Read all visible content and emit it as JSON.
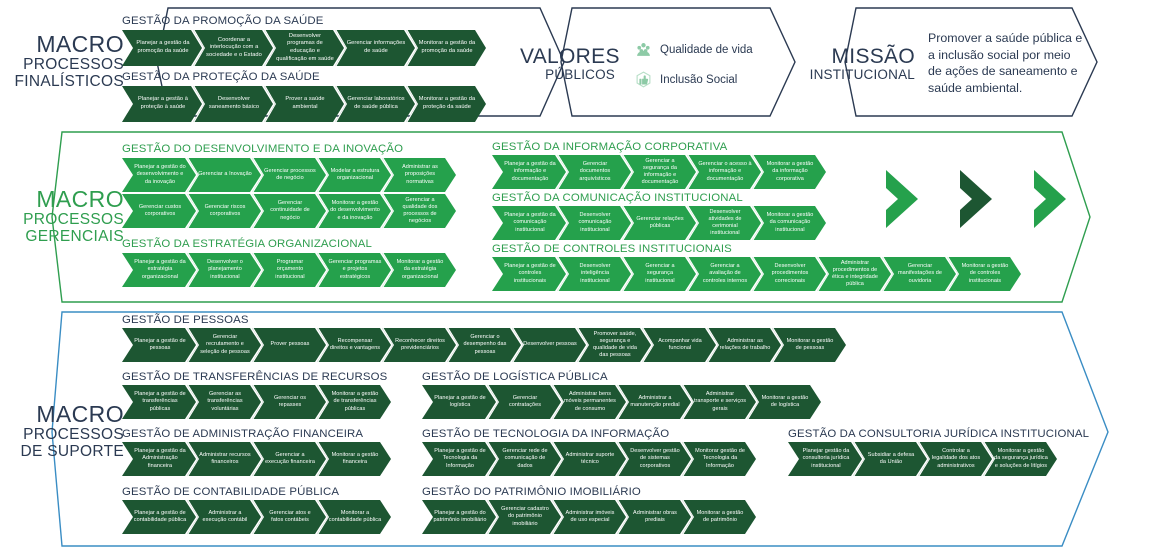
{
  "colors": {
    "dark_green": "#1d5632",
    "mid_green": "#25a14c",
    "navy": "#2b3a52",
    "blue_outline": "#3a8dc4",
    "green_outline": "#2f9e4f",
    "light_green_icon": "#7fc69a"
  },
  "bands": {
    "finalisticos": {
      "label_line1": "MACRO",
      "label_line2": "PROCESSOS",
      "label_line3": "FINALÍSTICOS",
      "groups": [
        {
          "title": "GESTÃO DA PROMOÇÃO DA SAÚDE",
          "steps": [
            "Planejar a gestão da promoção da saúde",
            "Coordenar a interlocução com a sociedade e o Estado",
            "Desenvolver programas de educação e qualificação em saúde",
            "Gerenciar informações de saúde",
            "Monitorar a gestão da promoção da saúde"
          ]
        },
        {
          "title": "GESTÃO DA PROTEÇÃO DA SAÚDE",
          "steps": [
            "Planejar a gestão à proteção à saúde",
            "Desenvolver saneamento básico",
            "Prover a saúde ambiental",
            "Gerenciar laboratórios de saúde pública",
            "Monitorar a gestão da proteção da saúde"
          ]
        }
      ]
    },
    "gerenciais": {
      "label_line1": "MACRO",
      "label_line2": "PROCESSOS",
      "label_line3": "GERENCIAIS",
      "groups_left": [
        {
          "title": "GESTÃO DO DESENVOLVIMENTO E DA INOVAÇÃO",
          "steps_row1": [
            "Planejar a gestão do desenvolvimento e da inovação",
            "Gerenciar a Inovação",
            "Gerenciar processos de negócio",
            "Modelar a estrutura organizacional",
            "Administrar as proposições normativas"
          ],
          "steps_row2": [
            "Gerenciar custos corporativos",
            "Gerenciar riscos corporativos",
            "Gerenciar continuidade de negócio",
            "Monitorar a gestão do desenvolvimento e da inovação",
            "Gerenciar a qualidade dos processos de negócios"
          ]
        },
        {
          "title": "GESTÃO DA ESTRATÉGIA ORGANIZACIONAL",
          "steps_row1": [
            "Planejar a gestão da estratégia organizacional",
            "Desenvolver o planejamento institucional",
            "Programar orçamento institucional",
            "Gerenciar programas e projetos estratégicos",
            "Monitorar a gestão da estratégia organizacional"
          ]
        }
      ],
      "groups_right": [
        {
          "title": "GESTÃO DA INFORMAÇÃO CORPORATIVA",
          "steps_row1": [
            "Planejar a gestão da informação e documentação",
            "Gerenciar documentos arquivísticos",
            "Gerenciar a segurança da informação e documentação",
            "Gerenciar o acesso à informação e documentação",
            "Monitorar a gestão da informação corporativa"
          ]
        },
        {
          "title": "GESTÃO DA COMUNICAÇÃO INSTITUCIONAL",
          "steps_row1": [
            "Planejar a gestão da comunicação institucional",
            "Desenvolver comunicação institucional",
            "Gerenciar relações públicas",
            "Desenvolver atividades de cerimonial institucional",
            "Monitorar a gestão da comunicação institucional"
          ]
        },
        {
          "title": "GESTÃO DE CONTROLES INSTITUCIONAIS",
          "steps_row1": [
            "Planejar a gestão de controles institucionais",
            "Desenvolver inteligência institucional",
            "Gerenciar a segurança institucional",
            "Gerenciar a avaliação de controles internos",
            "Desenvolver procedimentos correcionais",
            "Administrar procedimentos de ética e integridade pública",
            "Gerenciar manifestações de ouvidoria",
            "Monitorar a gestão de controles institucionais"
          ]
        }
      ]
    },
    "suporte": {
      "label_line1": "MACRO",
      "label_line2": "PROCESSOS",
      "label_line3": "DE SUPORTE",
      "groups": [
        {
          "title": "GESTÃO DE PESSOAS",
          "steps": [
            "Planejar a gestão de pessoas",
            "Gerenciar recrutamento e seleção de pessoas",
            "Prover pessoas",
            "Recompensar direitos e vantagens",
            "Reconhecer direitos previdenciários",
            "Gerenciar o desempenho das pessoas",
            "Desenvolver pessoas",
            "Promover saúde, segurança e qualidade de vida das pessoas",
            "Acompanhar vida funcional",
            "Administrar as relações de trabalho",
            "Monitorar a gestão de pessoas"
          ]
        },
        {
          "title": "GESTÃO DE TRANSFERÊNCIAS DE RECURSOS",
          "steps": [
            "Planejar a gestão de transferências públicas",
            "Gerenciar as transferências voluntárias",
            "Gerenciar os repasses",
            "Monitorar a gestão de transferências públicas"
          ]
        },
        {
          "title": "GESTÃO DE LOGÍSTICA PÚBLICA",
          "steps": [
            "Planejar a gestão de logística",
            "Gerenciar contratações",
            "Administrar bens móveis permanentes de consumo",
            "Administrar a manutenção predial",
            "Administrar transporte e serviços gerais",
            "Monitorar a gestão de logística"
          ]
        },
        {
          "title": "GESTÃO DE ADMINISTRAÇÃO FINANCEIRA",
          "steps": [
            "Planejar a gestão da Administração financeira",
            "Administrar recursos financeiros",
            "Gerenciar a execução financeira",
            "Monitorar a gestão financeira"
          ]
        },
        {
          "title": "GESTÃO DE TECNOLOGIA DA INFORMAÇÃO",
          "steps": [
            "Planejar a gestão de Tecnologia da Informação",
            "Gerenciar rede de comunicação de dados",
            "Administrar suporte técnico",
            "Desenvolver gestão de sistemas corporativos",
            "Monitorar gestão de Tecnologia da Informação"
          ]
        },
        {
          "title": "GESTÃO DA CONSULTORIA JURÍDICA INSTITUCIONAL",
          "steps": [
            "Planejar gestão da consultoria jurídica institucional",
            "Subsidiar a defesa da União",
            "Controlar a legalidade dos atos administrativos",
            "Monitorar a gestão da segurança jurídica e soluções de litígios"
          ]
        },
        {
          "title": "GESTÃO DE CONTABILIDADE PÚBLICA",
          "steps": [
            "Planejar a gestão de contabilidade pública",
            "Administrar a execução contábil",
            "Gerenciar atos e fatos contábeis",
            "Monitorar a contabilidade pública"
          ]
        },
        {
          "title": "GESTÃO DO PATRIMÔNIO IMOBILIÁRIO",
          "steps": [
            "Planejar a gestão do patrimônio imobiliário",
            "Gerenciar cadastro do patrimônio imobiliário",
            "Administrar imóveis de uso especial",
            "Administrar obras prediais",
            "Monitorar a gestão de patrimônio"
          ]
        }
      ]
    }
  },
  "valores": {
    "title_line1": "VALORES",
    "title_line2": "PÚBLICOS",
    "items": [
      {
        "icon": "people-group-icon",
        "label": "Qualidade de vida"
      },
      {
        "icon": "thumbs-up-hexagon-icon",
        "label": "Inclusão Social"
      }
    ]
  },
  "missao": {
    "title_line1": "MISSÃO",
    "title_line2": "INSTITUCIONAL",
    "text": "Promover a saúde pública e a inclusão social por meio de ações de saneamento e saúde ambiental."
  }
}
